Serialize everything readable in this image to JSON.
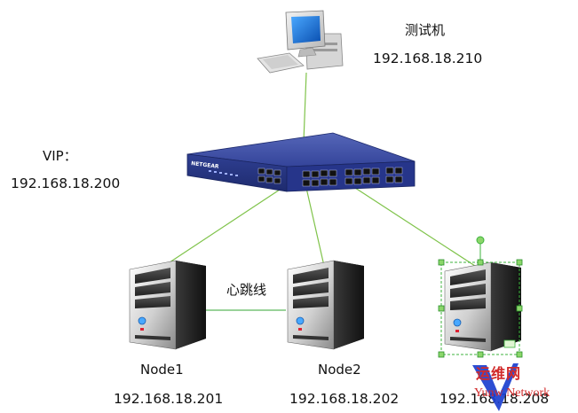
{
  "diagram": {
    "test_machine": {
      "label": "测试机",
      "ip": "192.168.18.210"
    },
    "vip": {
      "label": "VIP：",
      "ip": "192.168.18.200"
    },
    "switch": {
      "brand": "NETGEAR"
    },
    "heartbeat_label": "心跳线",
    "nodes": [
      {
        "label": "Node1",
        "ip": "192.168.18.201"
      },
      {
        "label": "Node2",
        "ip": "192.168.18.202"
      },
      {
        "label": "",
        "ip": "192.168.18.208"
      }
    ],
    "watermark": {
      "title": "运维网",
      "subtitle": "Yunw Network"
    },
    "colors": {
      "link_line": "#7fc34a",
      "heartbeat_line": "#5cb85c",
      "switch_blue": "#2a3f8f",
      "selection_handle": "#3cb33c"
    }
  }
}
